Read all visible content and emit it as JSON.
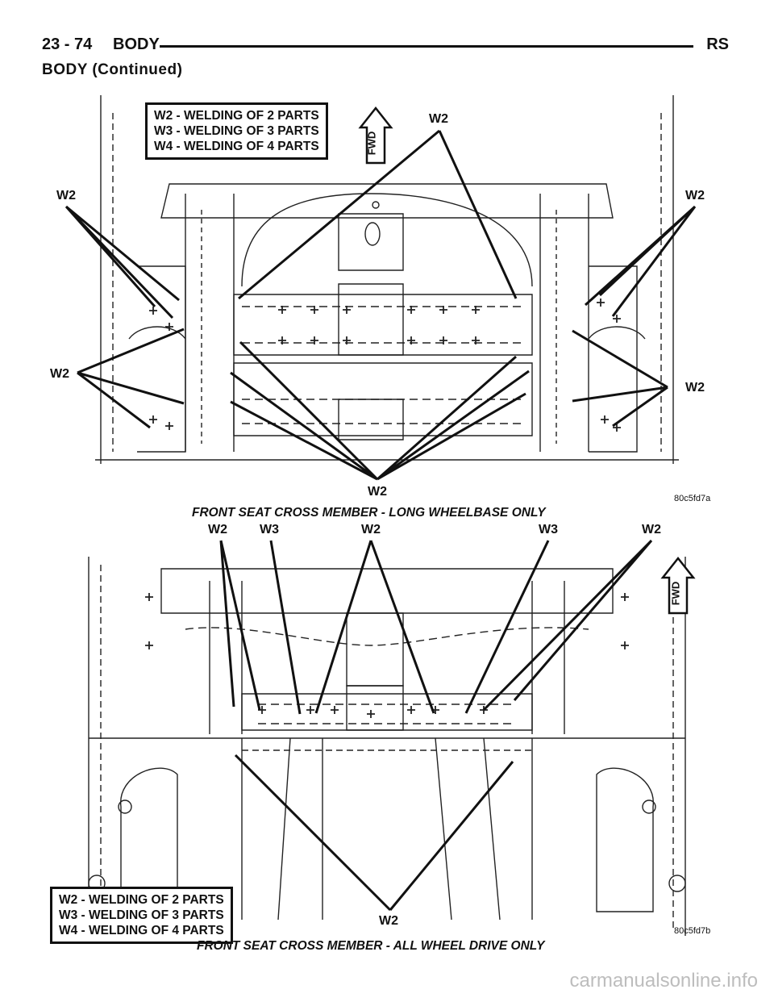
{
  "header": {
    "page_number": "23 - 74",
    "section": "BODY",
    "code": "RS",
    "subtitle": "BODY (Continued)"
  },
  "figure_top": {
    "legend": [
      "W2 - WELDING OF 2 PARTS",
      "W3 - WELDING OF 3 PARTS",
      "W4 - WELDING OF 4 PARTS"
    ],
    "fwd": "FWD",
    "labels": [
      "W2",
      "W2",
      "W2",
      "W2",
      "W2",
      "W2"
    ],
    "figure_id": "80c5fd7a",
    "caption": "FRONT SEAT CROSS MEMBER - LONG WHEELBASE ONLY"
  },
  "figure_bottom": {
    "labels": [
      "W2",
      "W3",
      "W2",
      "W3",
      "W2",
      "W2"
    ],
    "fwd": "FWD",
    "legend": [
      "W2 - WELDING OF 2 PARTS",
      "W3 - WELDING OF 3 PARTS",
      "W4 - WELDING OF 4 PARTS"
    ],
    "figure_id": "80c5fd7b",
    "caption": "FRONT SEAT CROSS MEMBER - ALL WHEEL DRIVE ONLY"
  },
  "watermark": "carmanualsonline.info"
}
